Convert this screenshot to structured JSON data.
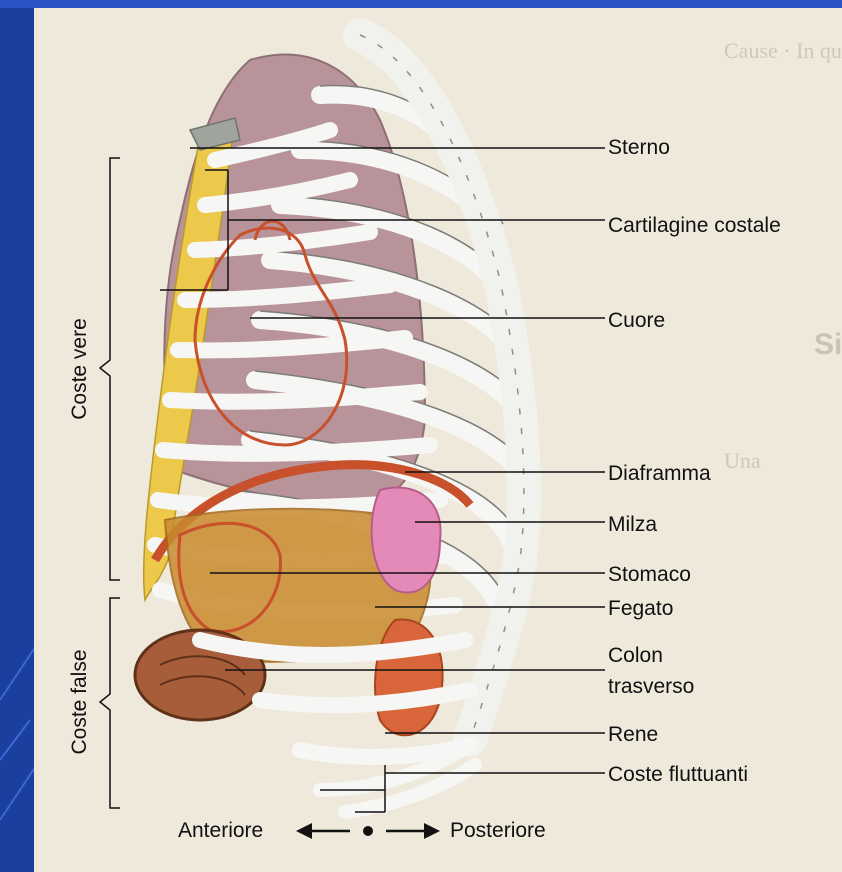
{
  "labels": {
    "sterno": "Sterno",
    "cartilagine": "Cartilagine costale",
    "cuore": "Cuore",
    "diaframma": "Diaframma",
    "milza": "Milza",
    "stomaco": "Stomaco",
    "fegato": "Fegato",
    "colon_line1": "Colon",
    "colon_line2": "trasverso",
    "rene": "Rene",
    "coste_fluttuanti": "Coste fluttuanti"
  },
  "group_labels": {
    "coste_vere": "Coste vere",
    "coste_false": "Coste false"
  },
  "axis": {
    "anteriore": "Anteriore",
    "posteriore": "Posteriore"
  },
  "colors": {
    "background_blue": "#1a3f9e",
    "paper": "#efe9dc",
    "lung": "#b8939a",
    "cartilage": "#ecc94a",
    "rib": "#f6f6f4",
    "heart_outline": "#c8502b",
    "liver": "#c98a2e",
    "spleen": "#e48ab8",
    "kidney": "#d9663b",
    "colon": "#8a4a2c"
  }
}
